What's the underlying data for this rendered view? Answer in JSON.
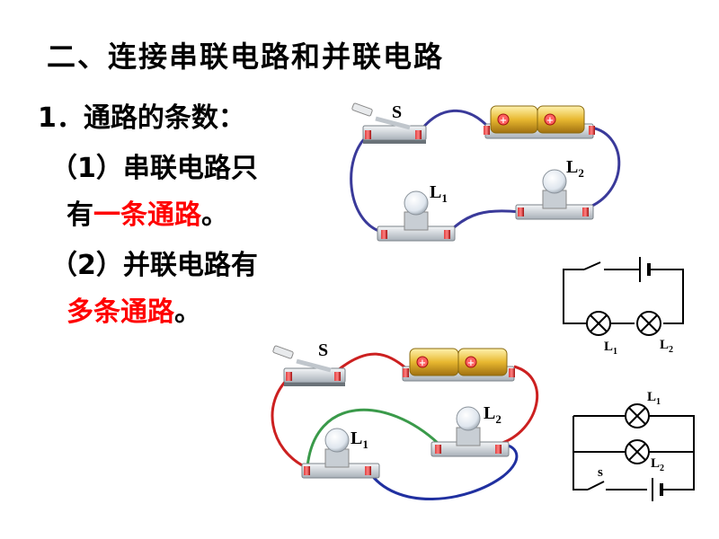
{
  "heading": "二、连接串联电路和并联电路",
  "point1": "1．通路的条数：",
  "item1_prefix": "（1）串联电路只",
  "item1_pre": "有",
  "item1_highlight": "一条通路",
  "item1_post": "。",
  "item2_prefix": "（2）并联电路有",
  "item2_highlight": "多条通路",
  "item2_post": "。",
  "series_photo": {
    "switch": "S",
    "lamp1": "L",
    "lamp1_sub": "1",
    "lamp2": "L",
    "lamp2_sub": "2"
  },
  "parallel_photo": {
    "switch": "S",
    "lamp1": "L",
    "lamp1_sub": "1",
    "lamp2": "L",
    "lamp2_sub": "2"
  },
  "series_diagram": {
    "lamp1": "L",
    "lamp1_sub": "1",
    "lamp2": "L",
    "lamp2_sub": "2"
  },
  "parallel_diagram": {
    "lamp1": "L",
    "lamp1_sub": "1",
    "lamp2": "L",
    "lamp2_sub": "2",
    "switch": "s"
  },
  "colors": {
    "highlight": "#ff0000",
    "wire_blue": "#3a3a9a",
    "wire_red": "#cc2020",
    "wire_green": "#3a9a4a",
    "battery": "#e0b030"
  }
}
